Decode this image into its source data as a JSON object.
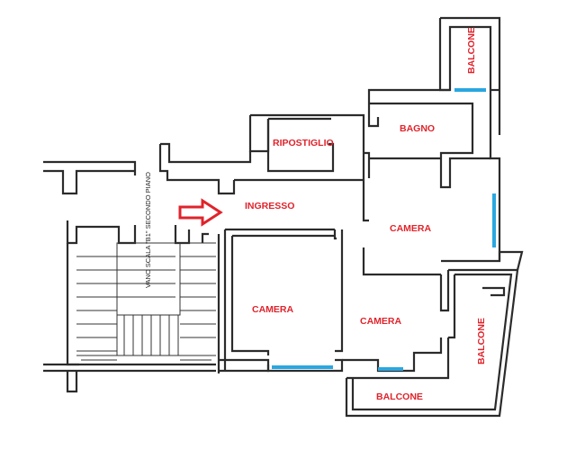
{
  "plan": {
    "background": "#ffffff",
    "label_color": "#e0232b",
    "window_color": "#2aa7e0",
    "arrow_color": "#e0232b",
    "wall_color": "#2b2b2b",
    "rooms": {
      "ripostiglio": "RIPOSTIGLIO",
      "bagno": "BAGNO",
      "ingresso": "INGRESSO",
      "camera_top_right": "CAMERA",
      "camera_left": "CAMERA",
      "camera_center": "CAMERA",
      "balcone_top": "BALCONE",
      "balcone_right": "BALCONE",
      "balcone_bottom": "BALCONE"
    },
    "stair_label": "VANO SCALA \"B1\" SECONDO PIANO",
    "entrance_arrow_icon": "right-arrow-icon"
  }
}
